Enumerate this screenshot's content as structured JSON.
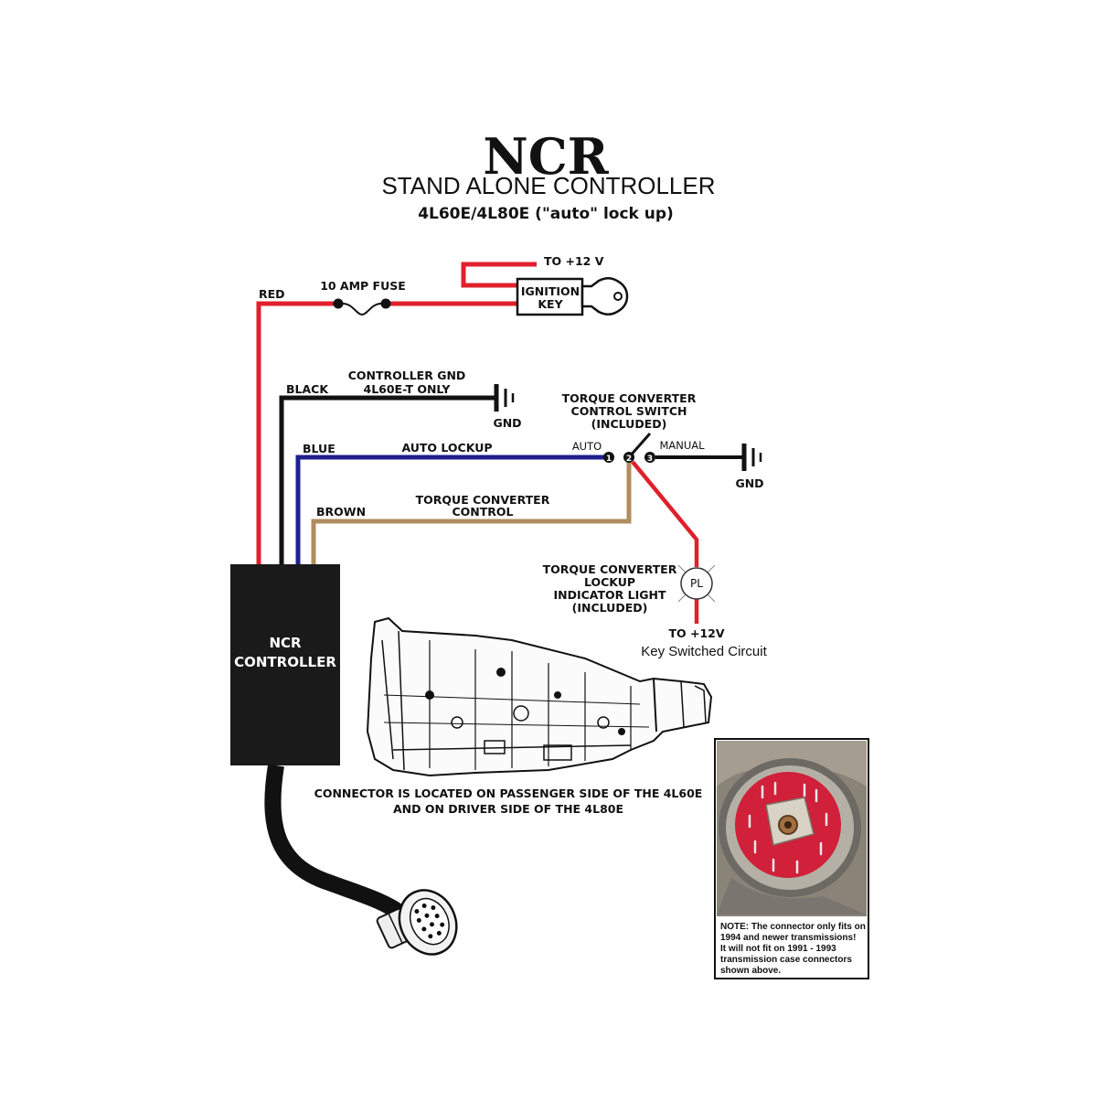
{
  "header": {
    "logo": "NCR",
    "title": "STAND ALONE CONTROLLER",
    "subtitle": "4L60E/4L80E (\"auto\" lock up)"
  },
  "wires": {
    "red": "RED",
    "black": "BLACK",
    "blue": "BLUE",
    "brown": "BROWN"
  },
  "components": {
    "fuse": "10 AMP FUSE",
    "ignition_line1": "IGNITION",
    "ignition_line2": "KEY",
    "to_12v_top": "TO  +12 V",
    "controller_gnd_line1": "CONTROLLER GND",
    "controller_gnd_line2": "4L60E-T ONLY",
    "gnd_1": "GND",
    "gnd_2": "GND",
    "switch_line1": "TORQUE CONVERTER",
    "switch_line2": "CONTROL SWITCH",
    "switch_line3": "(INCLUDED)",
    "auto": "AUTO",
    "manual": "MANUAL",
    "auto_lockup": "AUTO LOCKUP",
    "tcc_line1": "TORQUE CONVERTER",
    "tcc_line2": "CONTROL",
    "pin1": "1",
    "pin2": "2",
    "pin3": "3",
    "light_line1": "TORQUE CONVERTER",
    "light_line2": "LOCKUP",
    "light_line3": "INDICATOR LIGHT",
    "light_line4": "(INCLUDED)",
    "pl": "PL",
    "to_12v_bottom": "TO  +12V",
    "key_switched": "Key Switched Circuit",
    "controller_line1": "NCR",
    "controller_line2": "CONTROLLER",
    "connector_note_line1": "CONNECTOR IS LOCATED ON PASSENGER SIDE OF THE 4L60E",
    "connector_note_line2": "AND ON DRIVER SIDE OF THE 4L80E"
  },
  "photo_note": {
    "line1": "NOTE: The connector only fits on",
    "line2": "1994 and newer transmissions!",
    "line3": "It will not fit on 1991 - 1993",
    "line4": "transmission case connectors",
    "line5": "shown above."
  },
  "colors": {
    "red_wire": "#e0202c",
    "black_wire": "#111111",
    "blue_wire": "#1f1f8f",
    "brown_wire": "#b08d5f",
    "controller": "#1a1a1a",
    "connector_red": "#d0203a"
  }
}
